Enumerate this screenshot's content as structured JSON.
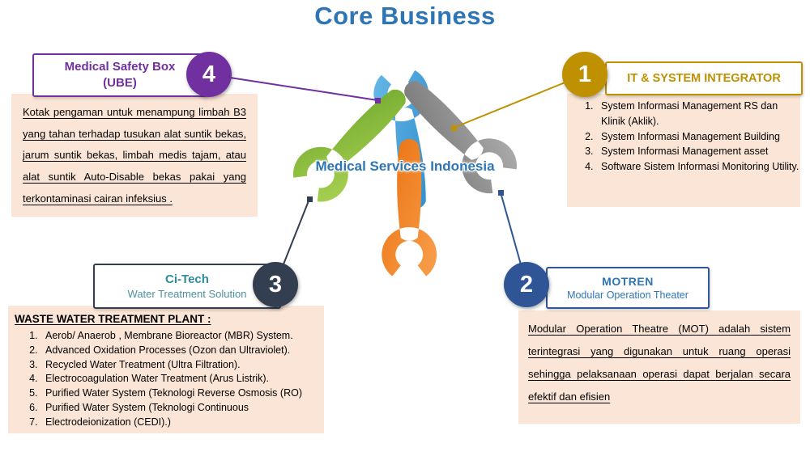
{
  "title": "Core Business",
  "center": {
    "label": "Medical Services Indonesia"
  },
  "colors": {
    "title": "#2E75B6",
    "panel_peach": "#FBE5D6",
    "purple": "#7030A0",
    "gold": "#BF9000",
    "slate": "#333F50",
    "navy": "#2F5597",
    "teal": "#2E8B9B",
    "center_text_blue": "#2E75B6",
    "wrench_blue": "#3E9BD6",
    "wrench_green": "#8CC63F",
    "wrench_gray": "#8C8C8C",
    "wrench_orange": "#F07E26"
  },
  "sections": {
    "safety_box": {
      "number": "4",
      "title_line1": "Medical Safety Box",
      "title_line2": "(UBE)",
      "body": "Kotak pengaman untuk menampung limbah B3 yang tahan terhadap tusukan alat suntik bekas, jarum suntik bekas, limbah medis tajam, atau alat suntik Auto-Disable bekas pakai yang terkontaminasi cairan infeksius ."
    },
    "it_integrator": {
      "number": "1",
      "title": "IT & SYSTEM INTEGRATOR",
      "items": [
        "System Informasi Management RS dan Klinik (Aklik).",
        "System Informasi Management Building",
        "System Informasi Management asset",
        "Software Sistem Informasi Monitoring Utility."
      ]
    },
    "citech": {
      "number": "3",
      "title": "Ci-Tech",
      "subtitle": "Water Treatment Solution",
      "heading": "WASTE WATER TREATMENT PLANT :",
      "items": [
        "Aerob/ Anaerob , Membrane Bioreactor (MBR) System.",
        "Advanced Oxidation Processes (Ozon dan Ultraviolet).",
        "Recycled Water Treatment (Ultra Filtration).",
        "Electrocoagulation Water Treatment (Arus Listrik).",
        "Purified Water System (Teknologi Reverse Osmosis (RO)",
        "Purified Water System (Teknologi Continuous",
        "Electrodeionization (CEDI).)"
      ]
    },
    "motren": {
      "number": "2",
      "title": "MOTREN",
      "subtitle": "Modular Operation Theater",
      "body": "Modular Operation Theatre (MOT) adalah sistem terintegrasi yang digunakan untuk ruang operasi sehingga pelaksanaan operasi dapat berjalan secara efektif dan efisien"
    }
  }
}
